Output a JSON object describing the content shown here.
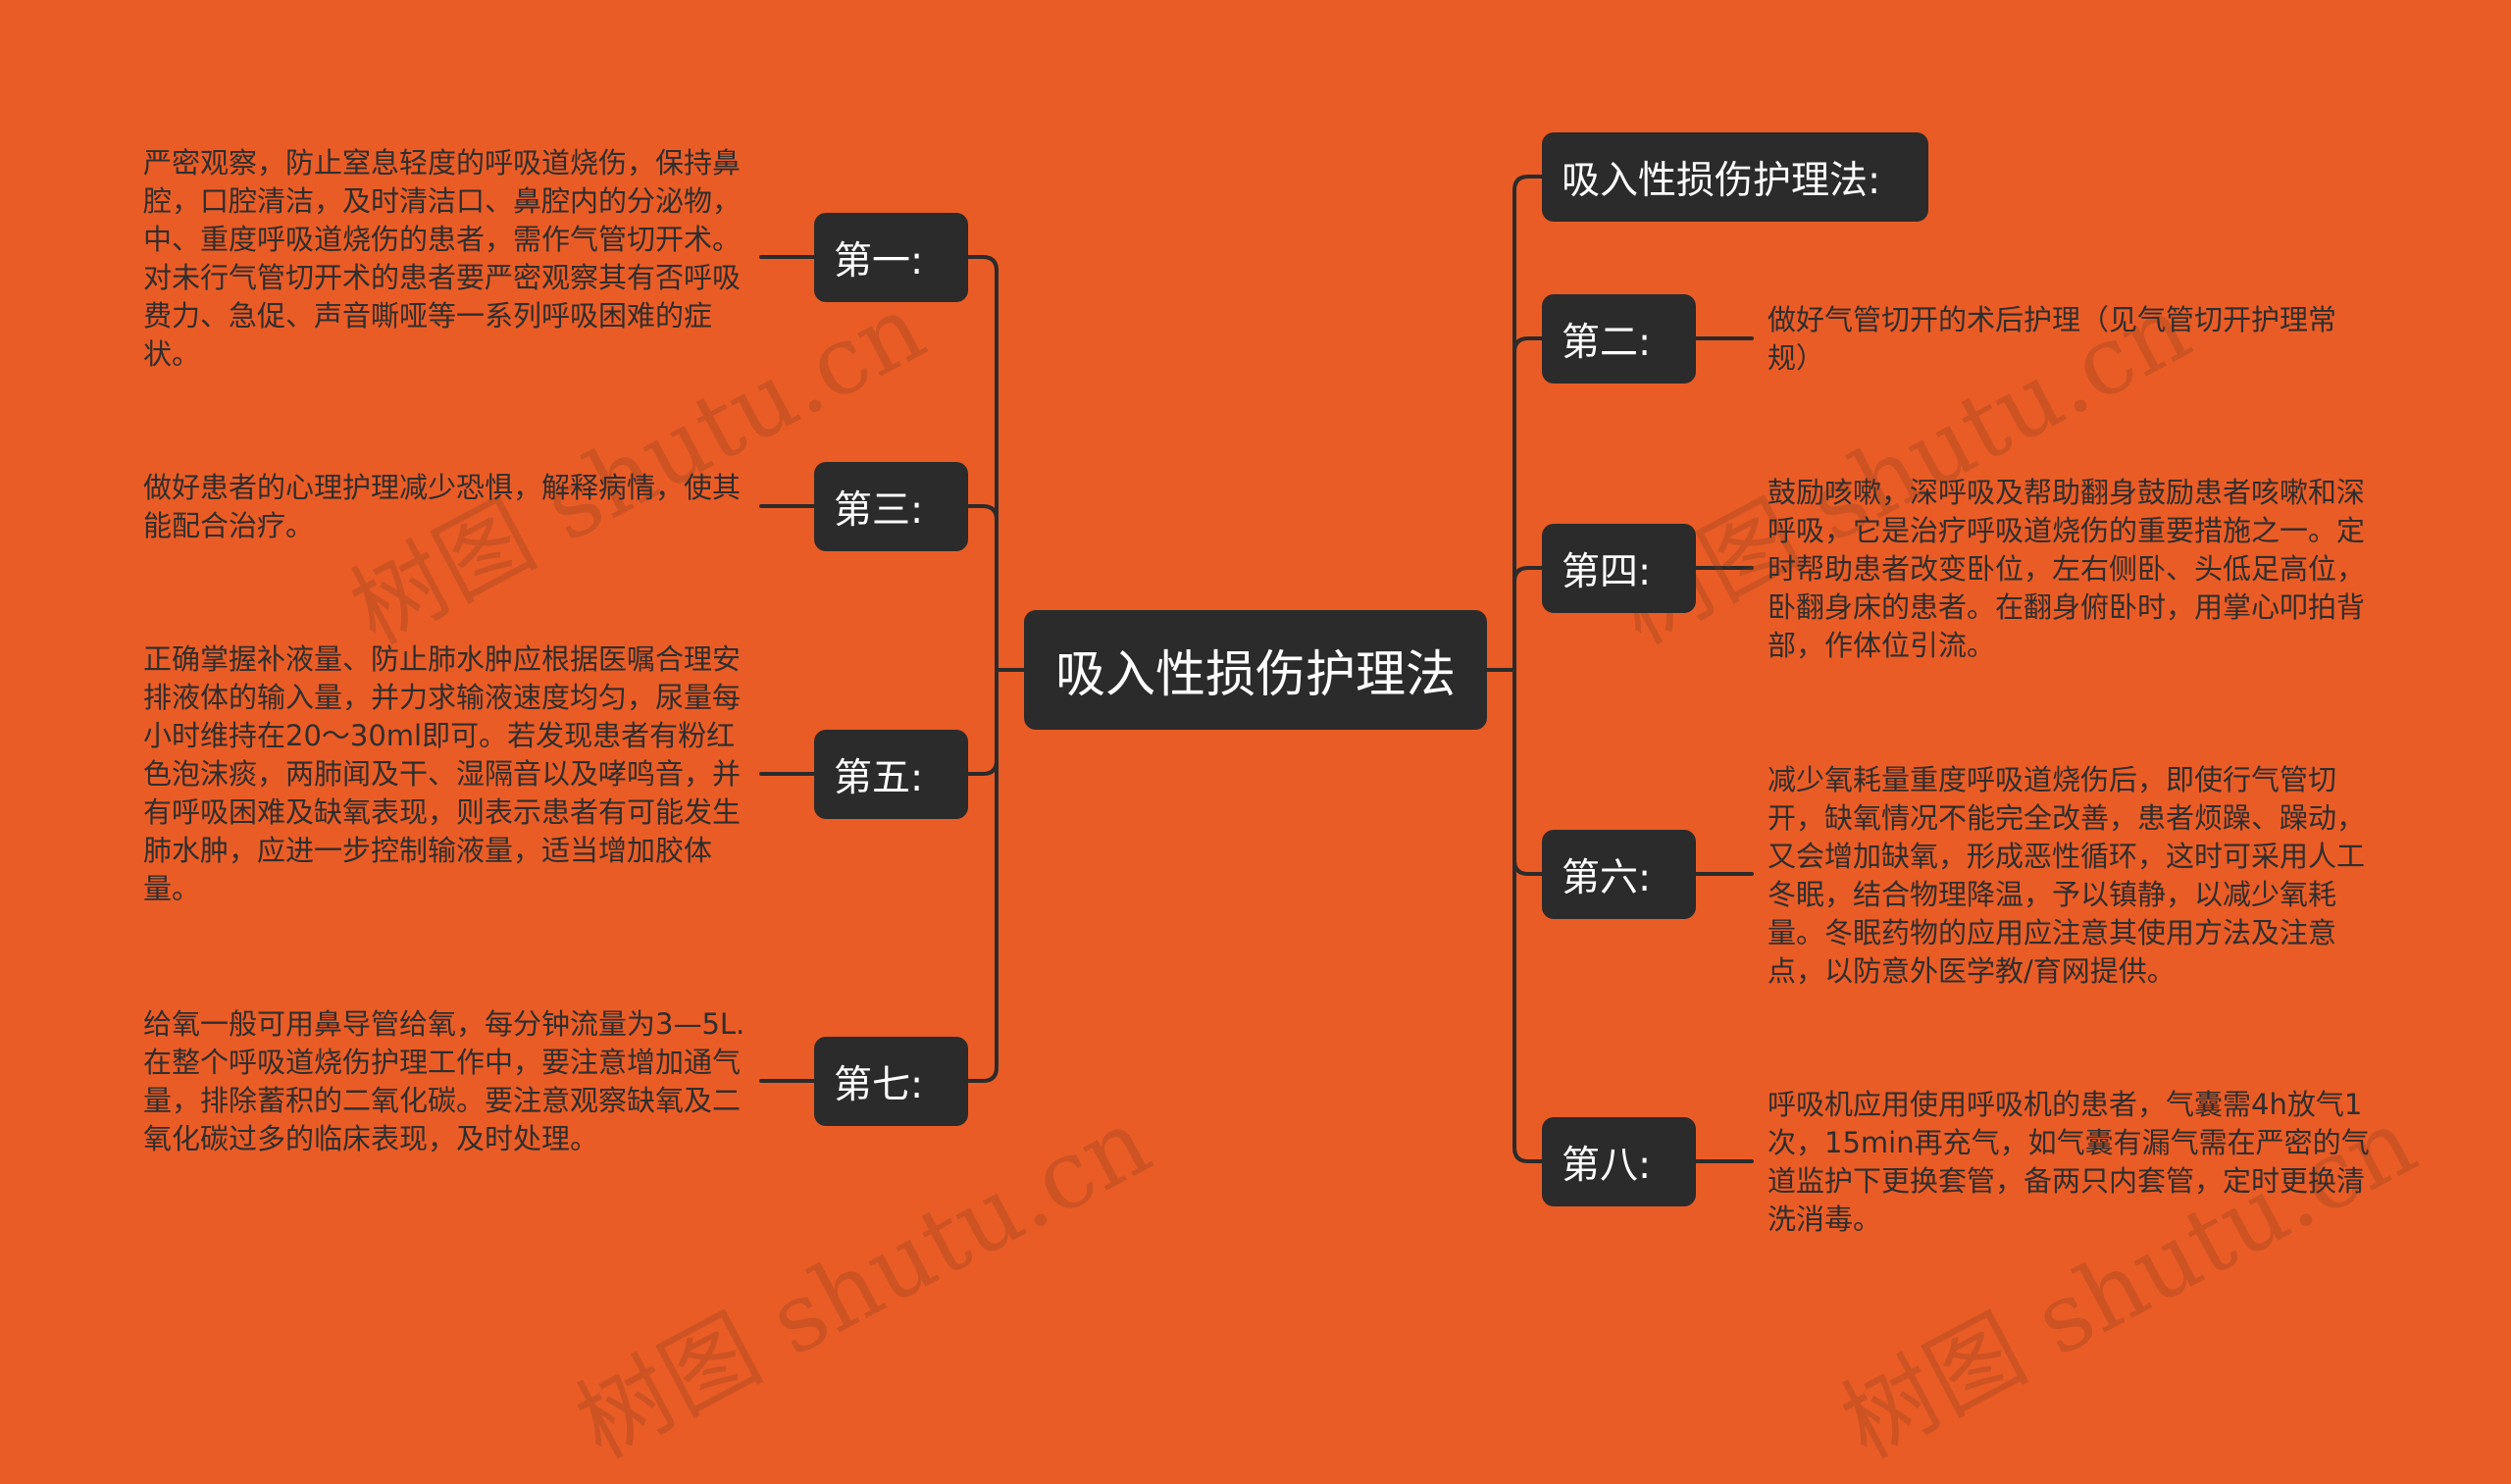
{
  "mindmap": {
    "root": "吸入性损伤护理法",
    "left": [
      {
        "label": "第一:",
        "text": "严密观察，防止窒息轻度的呼吸道烧伤，保持鼻腔，口腔清洁，及时清洁口、鼻腔内的分泌物，中、重度呼吸道烧伤的患者，需作气管切开术。对未行气管切开术的患者要严密观察其有否呼吸费力、急促、声音嘶哑等一系列呼吸困难的症状。"
      },
      {
        "label": "第三:",
        "text": "做好患者的心理护理减少恐惧，解释病情，使其能配合治疗。"
      },
      {
        "label": "第五:",
        "text": "正确掌握补液量、防止肺水肿应根据医嘱合理安排液体的输入量，并力求输液速度均匀，尿量每小时维持在20～30ml即可。若发现患者有粉红色泡沫痰，两肺闻及干、湿隔音以及哮鸣音，并有呼吸困难及缺氧表现，则表示患者有可能发生肺水肿，应进一步控制输液量，适当增加胶体量。"
      },
      {
        "label": "第七:",
        "text": "给氧一般可用鼻导管给氧，每分钟流量为3—5L.在整个呼吸道烧伤护理工作中，要注意增加通气量，排除蓄积的二氧化碳。要注意观察缺氧及二氧化碳过多的临床表现，及时处理。"
      }
    ],
    "right": [
      {
        "label": "吸入性损伤护理法:",
        "text": ""
      },
      {
        "label": "第二:",
        "text": "做好气管切开的术后护理（见气管切开护理常规）"
      },
      {
        "label": "第四:",
        "text": "鼓励咳嗽，深呼吸及帮助翻身鼓励患者咳嗽和深呼吸，它是治疗呼吸道烧伤的重要措施之一。定时帮助患者改变卧位，左右侧卧、头低足高位，卧翻身床的患者。在翻身俯卧时，用掌心叩拍背部，作体位引流。"
      },
      {
        "label": "第六:",
        "text": "减少氧耗量重度呼吸道烧伤后，即使行气管切开，缺氧情况不能完全改善，患者烦躁、躁动，又会增加缺氧，形成恶性循环，这时可采用人工冬眠，结合物理降温，予以镇静，以减少氧耗量。冬眠药物的应用应注意其使用方法及注意点，以防意外医学教/育网提供。"
      },
      {
        "label": "第八:",
        "text": "呼吸机应用使用呼吸机的患者，气囊需4h放气1次，15min再充气，如气囊有漏气需在严密的气道监护下更换套管，备两只内套管，定时更换清洗消毒。"
      }
    ]
  },
  "watermark": "树图 shutu.cn",
  "colors": {
    "background": "#EA5C26",
    "node_fill": "#2B2B2B",
    "node_text": "#FFFFFF",
    "leaf_text": "#2E2E2E",
    "connector": "#2B2B2B"
  }
}
